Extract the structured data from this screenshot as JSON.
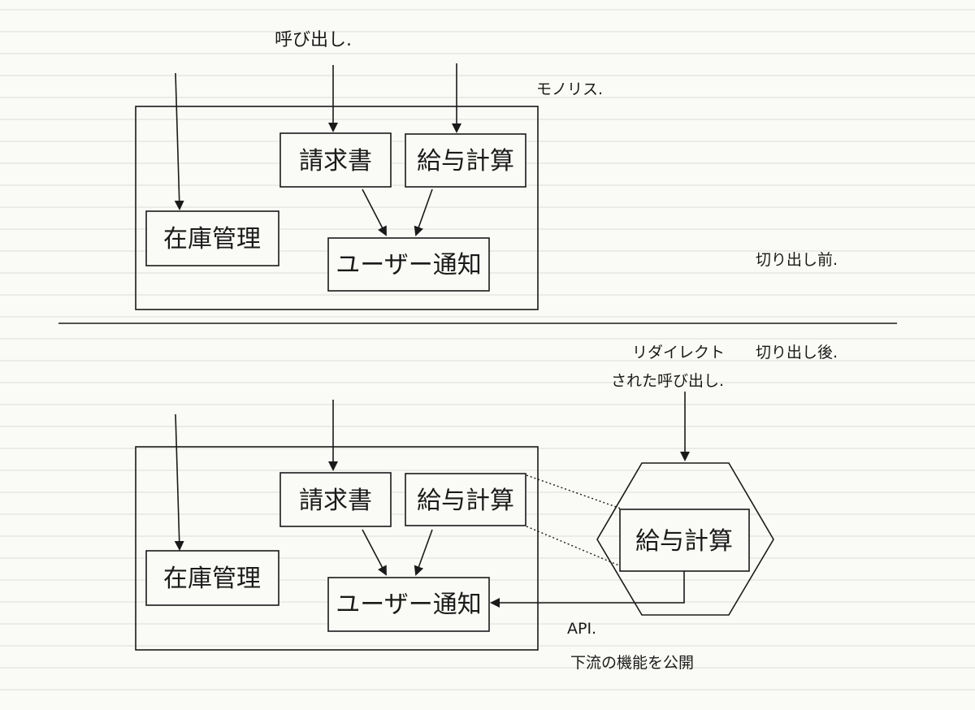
{
  "top": {
    "call_label": "呼び出し.",
    "monolith_label": "モノリス.",
    "state_label": "切り出し前.",
    "boxes": {
      "invoice": "請求書",
      "salary": "給与計算",
      "inventory": "在庫管理",
      "notify": "ユーザー通知"
    }
  },
  "bottom": {
    "state_label": "切り出し後.",
    "redirect_label_1": "リダイレクト",
    "redirect_label_2": "された呼び出し.",
    "boxes": {
      "invoice": "請求書",
      "salary": "給与計算",
      "inventory": "在庫管理",
      "notify": "ユーザー通知",
      "service_salary": "給与計算"
    },
    "api_label": "API.",
    "api_note": "下流の機能を公開"
  }
}
